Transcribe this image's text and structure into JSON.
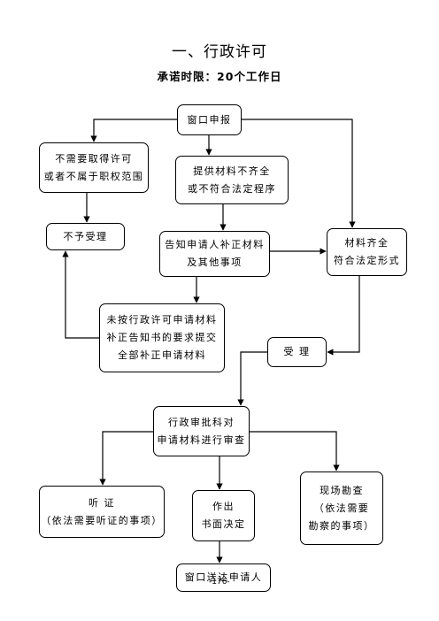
{
  "title": "一、行政许可",
  "subtitle": "承诺时限：20个工作日",
  "nodes": {
    "window_apply": "窗口申报",
    "not_required": {
      "line1": "不需要取得许可",
      "line2": "或者不属于职权范围"
    },
    "incomplete": {
      "line1": "提供材料不齐全",
      "line2": "或不符合法定程序"
    },
    "not_accepted": "不予受理",
    "notify": {
      "line1": "告知申请人补正材料",
      "line2": "及其他事项"
    },
    "complete": {
      "line1": "材料齐全",
      "line2": "符合法定形式"
    },
    "not_supplemented": {
      "line1": "未按行政许可申请材料",
      "line2": "补正告知书的要求提交",
      "line3": "全部补正申请材料"
    },
    "accept": "受 理",
    "review": {
      "line1": "行政审批科对",
      "line2": "申请材料进行审查"
    },
    "hearing": {
      "line1": "听  证",
      "line2": "（依法需要听证的事项）"
    },
    "written_decision": {
      "line1": "作出",
      "line2": "书面决定"
    },
    "site_inspection": {
      "line1": "现场勘查",
      "line2": "（依法需要",
      "line3": "勘察的事项）"
    },
    "deliver": "窗口送达申请人"
  },
  "page_number": "-176-"
}
